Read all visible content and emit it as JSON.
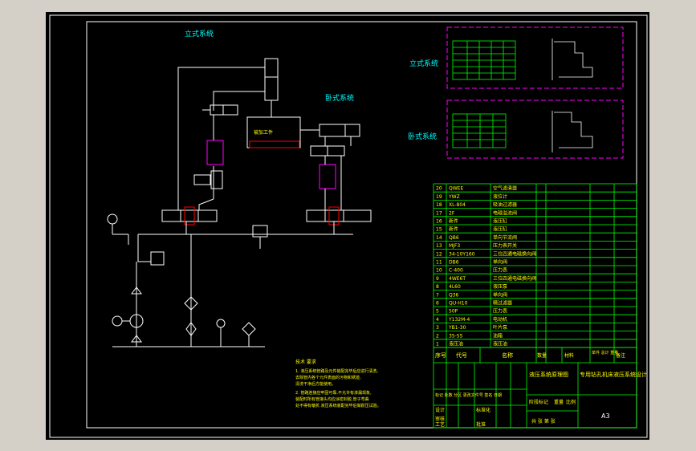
{
  "labels": {
    "vertical_system_top": "立式系统",
    "vertical_system_right": "立式系统",
    "horizontal_system_top": "卧式系统",
    "horizontal_system_right": "卧式系统",
    "workpiece": "被加工件",
    "paper_size": "A3"
  },
  "notes": {
    "title": "技术 要求",
    "lines": [
      "1. 液压系统管路及元件装配完毕后应进行清洗,",
      "去除管内各个元件表面的污物和锈迹,",
      "清洗干净后方能使用。",
      "2. 管路连接应牢固可靠,不允许有渗漏现象,",
      "装配时所有管接头均应涂密封胶,管子弯曲",
      "处不得有皱折,液压系统装配完毕后做耐压试验。"
    ]
  },
  "table_numbers": [
    "20",
    "19",
    "18",
    "17",
    "16",
    "15",
    "14",
    "13",
    "12",
    "11",
    "10",
    "9",
    "8",
    "7",
    "6",
    "5",
    "4",
    "3",
    "2",
    "1"
  ],
  "table_codes": [
    "QWEE",
    "YWZ",
    "XL-804",
    "2F",
    "新件",
    "新件",
    "QB6",
    "MJF3",
    "34-10Y160",
    "DB6",
    "C-400",
    "4WE6T",
    "4L60",
    "Q36",
    "QU-H10",
    "50P",
    "Y132M-4",
    "YB1-30",
    "35-55",
    "液压油"
  ],
  "table_names": [
    "空气滤清器",
    "液位计",
    "吸油过滤器",
    "电磁溢流阀",
    "液压缸",
    "液压缸",
    "单向节流阀",
    "压力表开关",
    "三位四通电磁换向阀",
    "单向阀",
    "压力表",
    "三位四通电磁换向阀",
    "液压泵",
    "单向阀",
    "精过滤器",
    "压力表",
    "电动机",
    "叶片泵",
    "油箱",
    "液压油"
  ],
  "title_block": {
    "col_seq": "序号",
    "col_code": "代号",
    "col_name": "名称",
    "col_qty": "数量",
    "col_material": "材料",
    "col_weight": "单件 总计 重量",
    "col_remark": "备注",
    "drawing_title": "液压系统原理图",
    "school_name": "专用钻孔机床液压系统设计",
    "row1": "标记 处数 分区 更改文件号 签名 日期",
    "row2_a": "设计",
    "row2_b": "标准化",
    "stage_label": "阶段标记",
    "weight_label": "重量",
    "ratio_label": "比例",
    "sheet_label": "共 张 第 张",
    "audit": "审核",
    "process": "工艺",
    "approve": "批准"
  },
  "colors": {
    "background": "#000000",
    "line": "#ffffff",
    "accent_cyan": "#00ffff",
    "accent_green": "#00ff00",
    "accent_magenta": "#ff00ff",
    "accent_red": "#ff0000",
    "accent_yellow": "#ffff00"
  }
}
